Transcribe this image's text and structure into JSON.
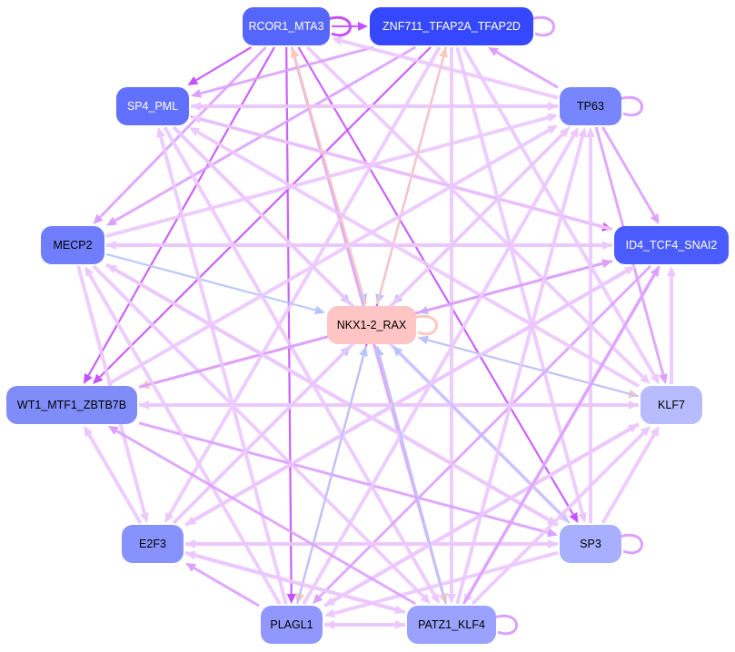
{
  "nodes": [
    {
      "id": "RCOR1_MTA3",
      "label": "RCOR1_MTA3",
      "color": "#5566fd",
      "text": "#ffffff"
    },
    {
      "id": "ZNF711_TFAP2A_TFAP2D",
      "label": "ZNF711_TFAP2A_TFAP2D",
      "color": "#3548fd",
      "text": "#ffffff"
    },
    {
      "id": "SP4_PML",
      "label": "SP4_PML",
      "color": "#6170fd",
      "text": "#ffffff"
    },
    {
      "id": "TP63",
      "label": "TP63",
      "color": "#7886fd",
      "text": "#000000"
    },
    {
      "id": "MECP2",
      "label": "MECP2",
      "color": "#707efd",
      "text": "#000000"
    },
    {
      "id": "ID4_TCF4_SNAI2",
      "label": "ID4_TCF4_SNAI2",
      "color": "#4a5cfd",
      "text": "#ffffff"
    },
    {
      "id": "NKX1-2_RAX",
      "label": "NKX1-2_RAX",
      "color": "#ffc4c4",
      "text": "#000000"
    },
    {
      "id": "WT1_MTF1_ZBTB7B",
      "label": "WT1_MTF1_ZBTB7B",
      "color": "#808cf8",
      "text": "#000000"
    },
    {
      "id": "KLF7",
      "label": "KLF7",
      "color": "#b6bcfd",
      "text": "#000000"
    },
    {
      "id": "E2F3",
      "label": "E2F3",
      "color": "#8892fd",
      "text": "#000000"
    },
    {
      "id": "SP3",
      "label": "SP3",
      "color": "#a8b0fd",
      "text": "#000000"
    },
    {
      "id": "PLAGL1",
      "label": "PLAGL1",
      "color": "#9098fd",
      "text": "#000000"
    },
    {
      "id": "PATZ1_KLF4",
      "label": "PATZ1_KLF4",
      "color": "#9aa2fd",
      "text": "#000000"
    }
  ],
  "edge_colors": {
    "strong": "#c650ff",
    "medium": "#dca0ff",
    "light": "#ecc8ff",
    "to_center": "#b8c4ff",
    "from_center": "#ffc8bc"
  },
  "edges": [
    [
      "RCOR1_MTA3",
      "ZNF711_TFAP2A_TFAP2D",
      "strong"
    ],
    [
      "RCOR1_MTA3",
      "RCOR1_MTA3",
      "strong"
    ],
    [
      "ZNF711_TFAP2A_TFAP2D",
      "ZNF711_TFAP2A_TFAP2D",
      "medium"
    ],
    [
      "TP63",
      "TP63",
      "medium"
    ],
    [
      "NKX1-2_RAX",
      "NKX1-2_RAX",
      "from_center"
    ],
    [
      "SP3",
      "SP3",
      "medium"
    ],
    [
      "PATZ1_KLF4",
      "PATZ1_KLF4",
      "medium"
    ],
    [
      "RCOR1_MTA3",
      "SP4_PML",
      "strong"
    ],
    [
      "RCOR1_MTA3",
      "MECP2",
      "medium"
    ],
    [
      "RCOR1_MTA3",
      "WT1_MTF1_ZBTB7B",
      "strong"
    ],
    [
      "RCOR1_MTA3",
      "PLAGL1",
      "strong"
    ],
    [
      "RCOR1_MTA3",
      "SP3",
      "strong"
    ],
    [
      "RCOR1_MTA3",
      "PATZ1_KLF4",
      "medium"
    ],
    [
      "RCOR1_MTA3",
      "NKX1-2_RAX",
      "to_center"
    ],
    [
      "RCOR1_MTA3",
      "KLF7",
      "light"
    ],
    [
      "ZNF711_TFAP2A_TFAP2D",
      "SP4_PML",
      "medium"
    ],
    [
      "ZNF711_TFAP2A_TFAP2D",
      "MECP2",
      "medium"
    ],
    [
      "ZNF711_TFAP2A_TFAP2D",
      "WT1_MTF1_ZBTB7B",
      "strong"
    ],
    [
      "ZNF711_TFAP2A_TFAP2D",
      "PLAGL1",
      "strong"
    ],
    [
      "ZNF711_TFAP2A_TFAP2D",
      "PATZ1_KLF4",
      "light"
    ],
    [
      "ZNF711_TFAP2A_TFAP2D",
      "NKX1-2_RAX",
      "to_center"
    ],
    [
      "ZNF711_TFAP2A_TFAP2D",
      "E2F3",
      "light"
    ],
    [
      "ZNF711_TFAP2A_TFAP2D",
      "SP3",
      "light"
    ],
    [
      "ZNF711_TFAP2A_TFAP2D",
      "KLF7",
      "light"
    ],
    [
      "TP63",
      "ZNF711_TFAP2A_TFAP2D",
      "medium"
    ],
    [
      "TP63",
      "RCOR1_MTA3",
      "light"
    ],
    [
      "TP63",
      "SP4_PML",
      "light"
    ],
    [
      "TP63",
      "ID4_TCF4_SNAI2",
      "medium"
    ],
    [
      "TP63",
      "NKX1-2_RAX",
      "to_center"
    ],
    [
      "TP63",
      "KLF7",
      "medium"
    ],
    [
      "SP4_PML",
      "ID4_TCF4_SNAI2",
      "strong"
    ],
    [
      "SP4_PML",
      "NKX1-2_RAX",
      "to_center"
    ],
    [
      "SP4_PML",
      "TP63",
      "light"
    ],
    [
      "SP4_PML",
      "PATZ1_KLF4",
      "light"
    ],
    [
      "SP4_PML",
      "SP3",
      "light"
    ],
    [
      "MECP2",
      "ID4_TCF4_SNAI2",
      "light"
    ],
    [
      "MECP2",
      "NKX1-2_RAX",
      "to_center"
    ],
    [
      "MECP2",
      "TP63",
      "light"
    ],
    [
      "MECP2",
      "PATZ1_KLF4",
      "light"
    ],
    [
      "MECP2",
      "SP3",
      "light"
    ],
    [
      "MECP2",
      "E2F3",
      "light"
    ],
    [
      "ID4_TCF4_SNAI2",
      "MECP2",
      "light"
    ],
    [
      "ID4_TCF4_SNAI2",
      "WT1_MTF1_ZBTB7B",
      "medium"
    ],
    [
      "ID4_TCF4_SNAI2",
      "NKX1-2_RAX",
      "to_center"
    ],
    [
      "ID4_TCF4_SNAI2",
      "PLAGL1",
      "medium"
    ],
    [
      "ID4_TCF4_SNAI2",
      "PATZ1_KLF4",
      "light"
    ],
    [
      "ID4_TCF4_SNAI2",
      "E2F3",
      "light"
    ],
    [
      "ID4_TCF4_SNAI2",
      "SP4_PML",
      "light"
    ],
    [
      "NKX1-2_RAX",
      "WT1_MTF1_ZBTB7B",
      "from_center"
    ],
    [
      "NKX1-2_RAX",
      "KLF7",
      "from_center"
    ],
    [
      "NKX1-2_RAX",
      "PATZ1_KLF4",
      "from_center"
    ],
    [
      "NKX1-2_RAX",
      "RCOR1_MTA3",
      "from_center"
    ],
    [
      "NKX1-2_RAX",
      "ZNF711_TFAP2A_TFAP2D",
      "from_center"
    ],
    [
      "NKX1-2_RAX",
      "TP63",
      "from_center"
    ],
    [
      "NKX1-2_RAX",
      "ID4_TCF4_SNAI2",
      "from_center"
    ],
    [
      "NKX1-2_RAX",
      "PLAGL1",
      "from_center"
    ],
    [
      "KLF7",
      "NKX1-2_RAX",
      "to_center"
    ],
    [
      "KLF7",
      "WT1_MTF1_ZBTB7B",
      "light"
    ],
    [
      "KLF7",
      "ID4_TCF4_SNAI2",
      "light"
    ],
    [
      "KLF7",
      "PLAGL1",
      "light"
    ],
    [
      "KLF7",
      "SP4_PML",
      "light"
    ],
    [
      "WT1_MTF1_ZBTB7B",
      "SP3",
      "medium"
    ],
    [
      "WT1_MTF1_ZBTB7B",
      "KLF7",
      "light"
    ],
    [
      "WT1_MTF1_ZBTB7B",
      "TP63",
      "light"
    ],
    [
      "WT1_MTF1_ZBTB7B",
      "ID4_TCF4_SNAI2",
      "medium"
    ],
    [
      "E2F3",
      "NKX1-2_RAX",
      "to_center"
    ],
    [
      "E2F3",
      "TP63",
      "light"
    ],
    [
      "E2F3",
      "SP3",
      "light"
    ],
    [
      "E2F3",
      "ID4_TCF4_SNAI2",
      "light"
    ],
    [
      "E2F3",
      "WT1_MTF1_ZBTB7B",
      "light"
    ],
    [
      "E2F3",
      "PATZ1_KLF4",
      "light"
    ],
    [
      "SP3",
      "NKX1-2_RAX",
      "to_center"
    ],
    [
      "SP3",
      "E2F3",
      "light"
    ],
    [
      "SP3",
      "PLAGL1",
      "light"
    ],
    [
      "SP3",
      "TP63",
      "light"
    ],
    [
      "SP3",
      "KLF7",
      "light"
    ],
    [
      "SP3",
      "MECP2",
      "light"
    ],
    [
      "PLAGL1",
      "NKX1-2_RAX",
      "to_center"
    ],
    [
      "PLAGL1",
      "PATZ1_KLF4",
      "light"
    ],
    [
      "PLAGL1",
      "MECP2",
      "light"
    ],
    [
      "PLAGL1",
      "TP63",
      "light"
    ],
    [
      "PLAGL1",
      "SP4_PML",
      "light"
    ],
    [
      "PLAGL1",
      "KLF7",
      "light"
    ],
    [
      "PLAGL1",
      "E2F3",
      "medium"
    ],
    [
      "PATZ1_KLF4",
      "NKX1-2_RAX",
      "to_center"
    ],
    [
      "PATZ1_KLF4",
      "PLAGL1",
      "light"
    ],
    [
      "PATZ1_KLF4",
      "WT1_MTF1_ZBTB7B",
      "medium"
    ],
    [
      "PATZ1_KLF4",
      "ID4_TCF4_SNAI2",
      "medium"
    ],
    [
      "PATZ1_KLF4",
      "TP63",
      "light"
    ],
    [
      "PATZ1_KLF4",
      "E2F3",
      "light"
    ],
    [
      "PATZ1_KLF4",
      "KLF7",
      "light"
    ]
  ]
}
